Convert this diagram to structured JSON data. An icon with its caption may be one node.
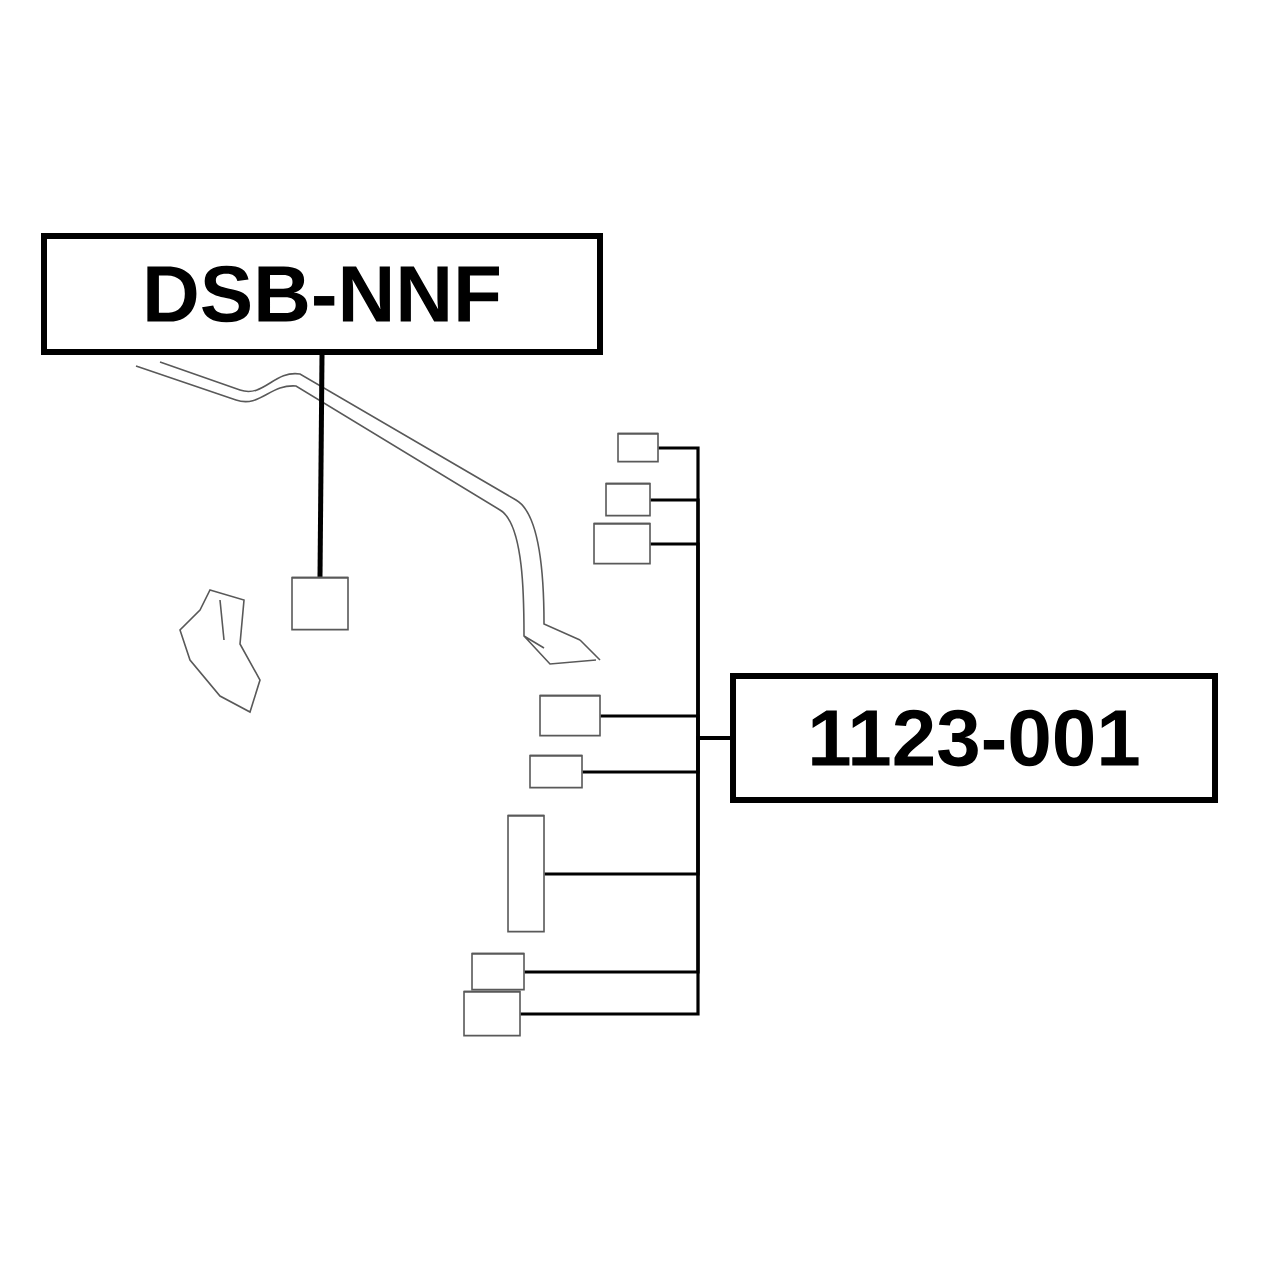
{
  "diagram": {
    "nodes": [
      {
        "text": [
          "DSB-NNF"
        ]
      },
      {
        "text": [],
        "shape": "cylinder"
      },
      {
        "text": [
          "1123-001"
        ]
      },
      {
        "text": [],
        "shape": "cylinder"
      },
      {
        "text": [],
        "shape": "cylinder"
      },
      {
        "text": [],
        "shape": "cylinder"
      },
      {
        "text": [],
        "shape": "cylinder"
      },
      {
        "text": [],
        "shape": "cylinder"
      },
      {
        "text": [],
        "shape": "cylinder"
      },
      {
        "text": [],
        "shape": "cylinder"
      },
      {
        "text": [],
        "shape": "cylinder"
      }
    ],
    "edges": [
      {
        "from": 0,
        "to": 1,
        "arrow": "none"
      },
      {
        "from": 2,
        "to": 3,
        "arrow": "none"
      },
      {
        "from": 2,
        "to": 4,
        "arrow": "none"
      },
      {
        "from": 2,
        "to": 5,
        "arrow": "none"
      },
      {
        "from": 2,
        "to": 6,
        "arrow": "none"
      },
      {
        "from": 2,
        "to": 7,
        "arrow": "none"
      },
      {
        "from": 2,
        "to": 8,
        "arrow": "none"
      },
      {
        "from": 2,
        "to": 9,
        "arrow": "none"
      },
      {
        "from": 2,
        "to": 10,
        "arrow": "none"
      }
    ]
  }
}
